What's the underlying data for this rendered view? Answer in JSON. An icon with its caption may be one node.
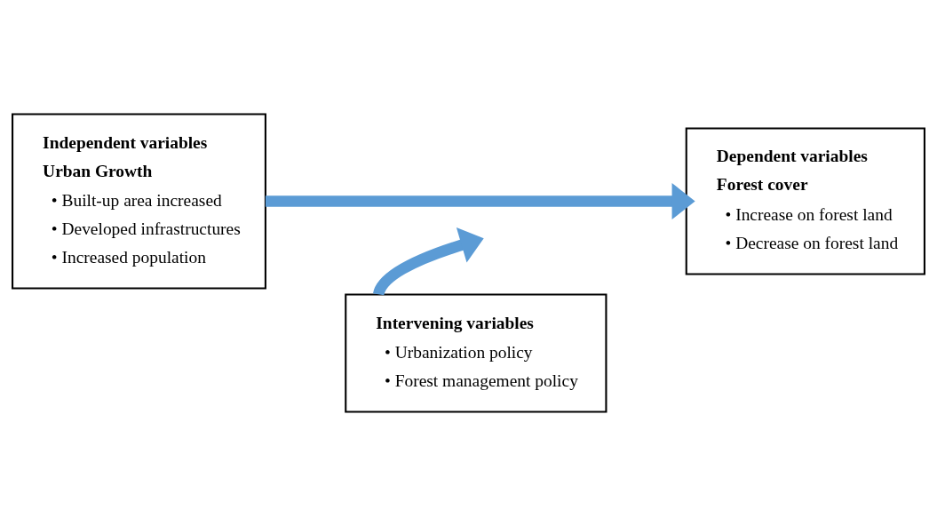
{
  "diagram": {
    "nodes": [
      {
        "text": [
          "Independent variables",
          "Urban Growth",
          "• Built-up area increased",
          "• Developed infrastructures",
          "• Increased population"
        ]
      },
      {
        "text": [
          "Dependent variables",
          "Forest cover",
          "• Increase on forest land",
          "• Decrease on forest land"
        ]
      },
      {
        "text": [
          "Intervening variables",
          "• Urbanization policy",
          "• Forest management policy"
        ]
      }
    ],
    "edges": [
      {
        "from": 0,
        "to": 1,
        "arrow": "to"
      },
      {
        "from": 2,
        "to": null,
        "arrow": "to"
      }
    ]
  }
}
